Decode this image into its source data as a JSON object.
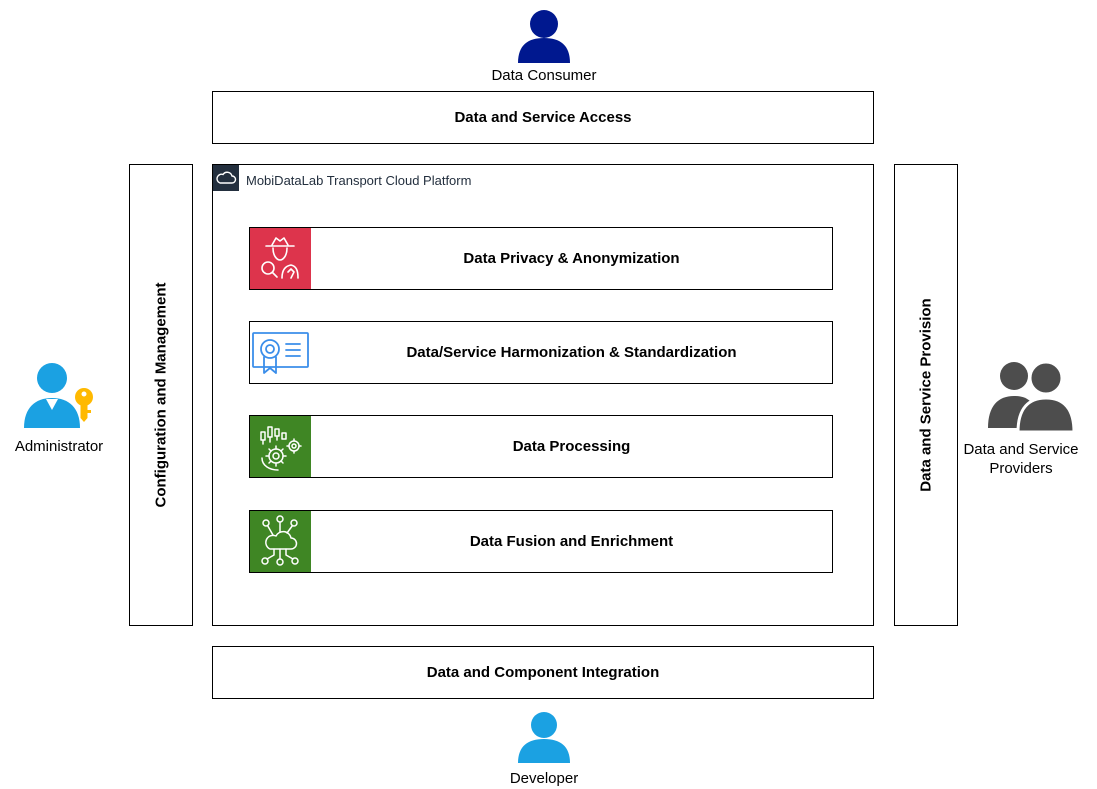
{
  "actors": {
    "consumer": "Data Consumer",
    "administrator": "Administrator",
    "providers_line1": "Data and Service",
    "providers_line2": "Providers",
    "developer": "Developer"
  },
  "layers": {
    "access": "Data and Service Access",
    "management": "Configuration and Management",
    "provision": "Data and Service Provision",
    "integration": "Data and Component Integration"
  },
  "platform": {
    "title": "MobiDataLab Transport Cloud Platform",
    "modules": [
      {
        "label": "Data Privacy & Anonymization",
        "icon": "privacy-spy-icon",
        "color": "#dd344c"
      },
      {
        "label": "Data/Service Harmonization & Standardization",
        "icon": "certificate-icon",
        "color": "#3b8eea"
      },
      {
        "label": "Data Processing",
        "icon": "data-processing-icon",
        "color": "#3f8624"
      },
      {
        "label": "Data Fusion and Enrichment",
        "icon": "cloud-network-icon",
        "color": "#3f8624"
      }
    ]
  },
  "colors": {
    "consumer": "#00188f",
    "developer": "#1ba1e2",
    "administrator": "#1ba1e2",
    "key": "#ffb900",
    "providers": "#4d4d4d",
    "platform_tag": "#232f3e"
  }
}
